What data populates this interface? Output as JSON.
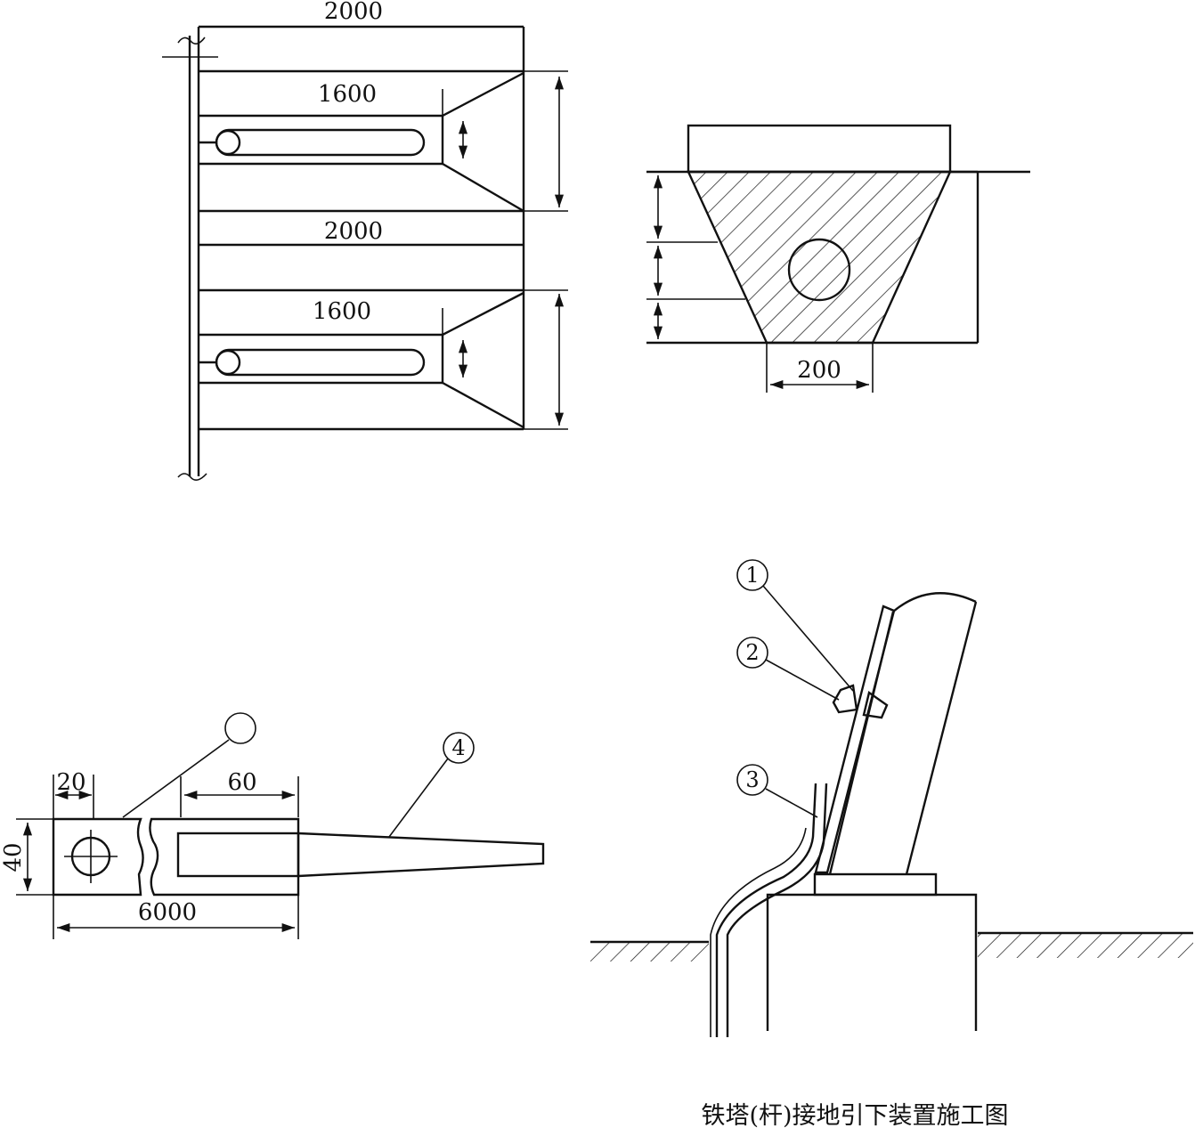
{
  "plan_view": {
    "top_width": "2000",
    "upper_rod": "1600",
    "mid_width": "2000",
    "lower_rod": "1600"
  },
  "trench_section": {
    "bottom_width": "200"
  },
  "ground_strip": {
    "left_edge": "20",
    "height": "40",
    "tip_length": "60",
    "total_length": "6000",
    "callout_4": "4"
  },
  "tower_detail": {
    "callout_1": "1",
    "callout_2": "2",
    "callout_3": "3"
  },
  "caption": "铁塔(杆)接地引下装置施工图"
}
